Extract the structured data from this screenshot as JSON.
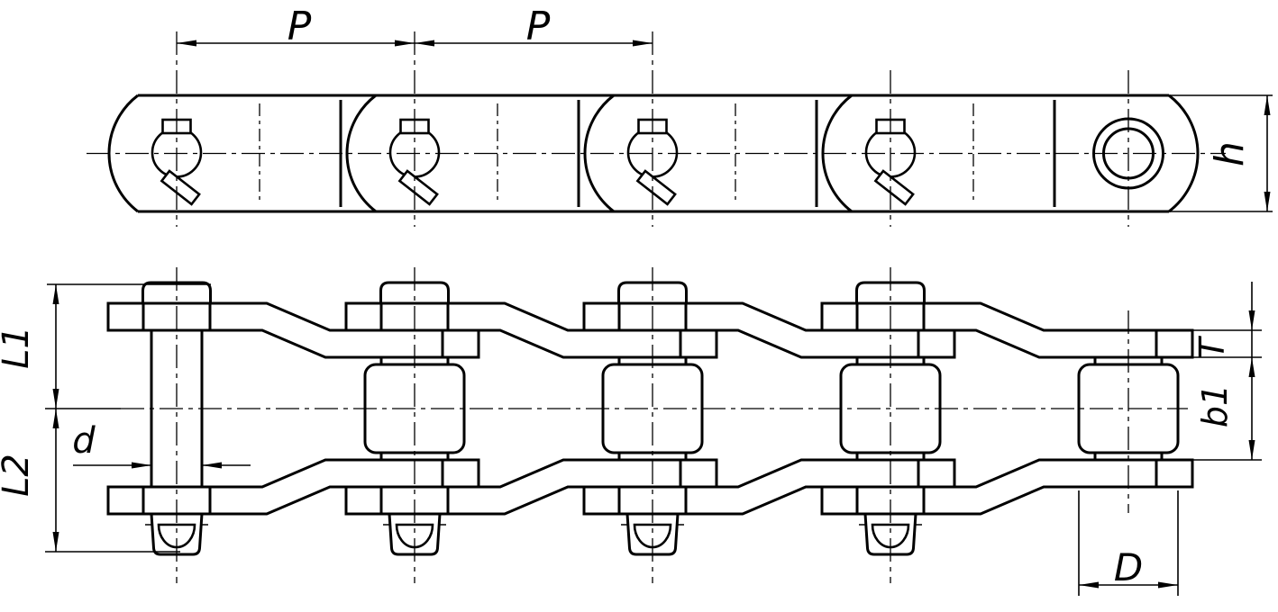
{
  "drawing": {
    "background": "#ffffff",
    "line_color": "#000000",
    "subject": "offset sidebar roller chain - two orthographic views (plan view above, side elevation below)",
    "link_count": 5,
    "labels": {
      "pitch1": "P",
      "pitch2": "P",
      "plate_height": "h",
      "l1": "L1",
      "l2": "L2",
      "pin_diameter": "d",
      "plate_thickness": "T",
      "inner_width": "b1",
      "roller_diameter": "D"
    }
  }
}
